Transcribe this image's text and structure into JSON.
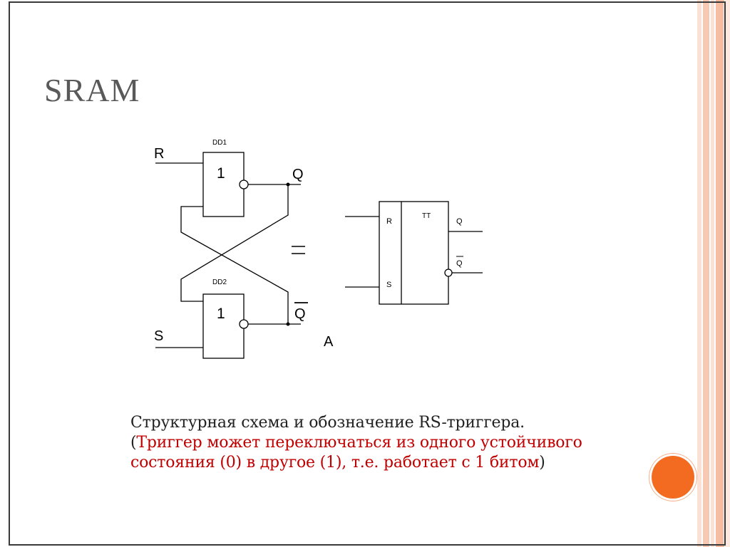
{
  "slide": {
    "title": "SRAM",
    "colors": {
      "accent": "#f26b21",
      "stripe_light": "#f9d4c3",
      "caption_red": "#c00000"
    }
  },
  "diagram": {
    "gate_top": {
      "name": "DD1",
      "symbol": "1"
    },
    "gate_bottom": {
      "name": "DD2",
      "symbol": "1"
    },
    "input_r": "R",
    "input_s": "S",
    "output_q": "Q",
    "output_q_bar": "Q",
    "equals": "=",
    "label_a": "A",
    "block": {
      "name": "TT",
      "input_r": "R",
      "input_s": "S",
      "output_q": "Q",
      "output_q_bar": "Q"
    }
  },
  "caption": {
    "line1": "Структурная схема и обозначение RS-триггера.",
    "paren_open": "(",
    "red_text": "Триггер может переключаться из одного устойчивого состояния (0) в другое (1), т.е. работает с 1 битом",
    "paren_close": ")"
  }
}
